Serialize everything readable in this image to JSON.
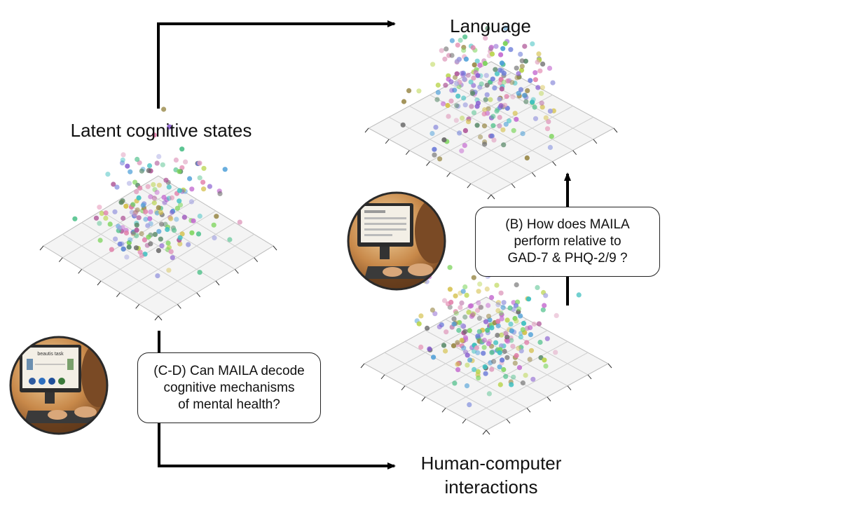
{
  "labels": {
    "language": "Language",
    "latent": "Latent cognitive states",
    "hci_line1": "Human-computer",
    "hci_line2": "interactions"
  },
  "questions": {
    "b": "(B) How does MAILA\nperform relative to\nGAD-7 & PHQ-2/9 ?",
    "cd": "(C-D) Can MAILA decode\ncognitive mechanisms\nof mental health?"
  },
  "illustrations": {
    "top_screen_icon": "computer-form-illustration",
    "bottom_screen_title": "beautis task"
  },
  "colors": {
    "arrow": "#000000",
    "grid": "#bdbdbd",
    "pane": "#f4f4f4",
    "warm_bg": "#c8894a"
  }
}
